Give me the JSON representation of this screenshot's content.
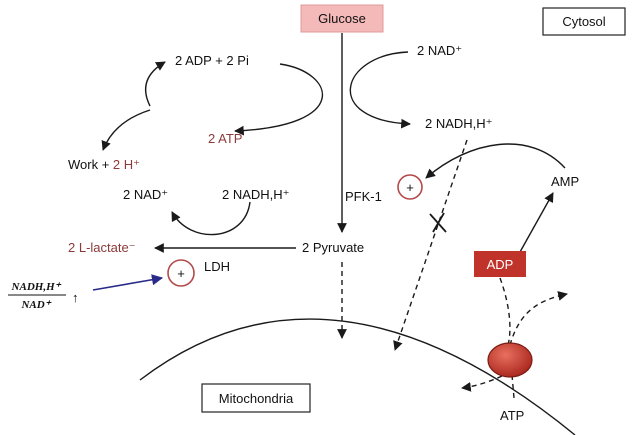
{
  "compartments": {
    "cytosol": "Cytosol",
    "mitochondria": "Mitochondria"
  },
  "glucose": "Glucose",
  "atp_cycle": {
    "adp_pi": "2 ADP + 2 Pi",
    "atp": "2 ATP",
    "work": "Work + ",
    "work_h": "2 H⁺"
  },
  "nad_cycle": {
    "nad": "2 NAD⁺",
    "nadh": "2 NADH,H⁺"
  },
  "ldh_cycle": {
    "nad": "2 NAD⁺",
    "nadh": "2 NADH,H⁺",
    "lactate": "2 L-lactate⁻",
    "ldh": "LDH"
  },
  "pyruvate": "2 Pyruvate",
  "pfk": "PFK-1",
  "amp": "AMP",
  "adp": "ADP",
  "atp_bottom": "ATP",
  "plus_symbol": "+",
  "ratio": {
    "numerator": "NADH,H⁺",
    "denominator": "NAD⁺",
    "arrow": "↑"
  },
  "colors": {
    "glucose_box": "#f4b9b9",
    "adp_box": "#c0332b",
    "stimulation_circle": "#b44a4a",
    "ratio_arrow": "#2a2a8a",
    "carrier": "#c4352a"
  }
}
